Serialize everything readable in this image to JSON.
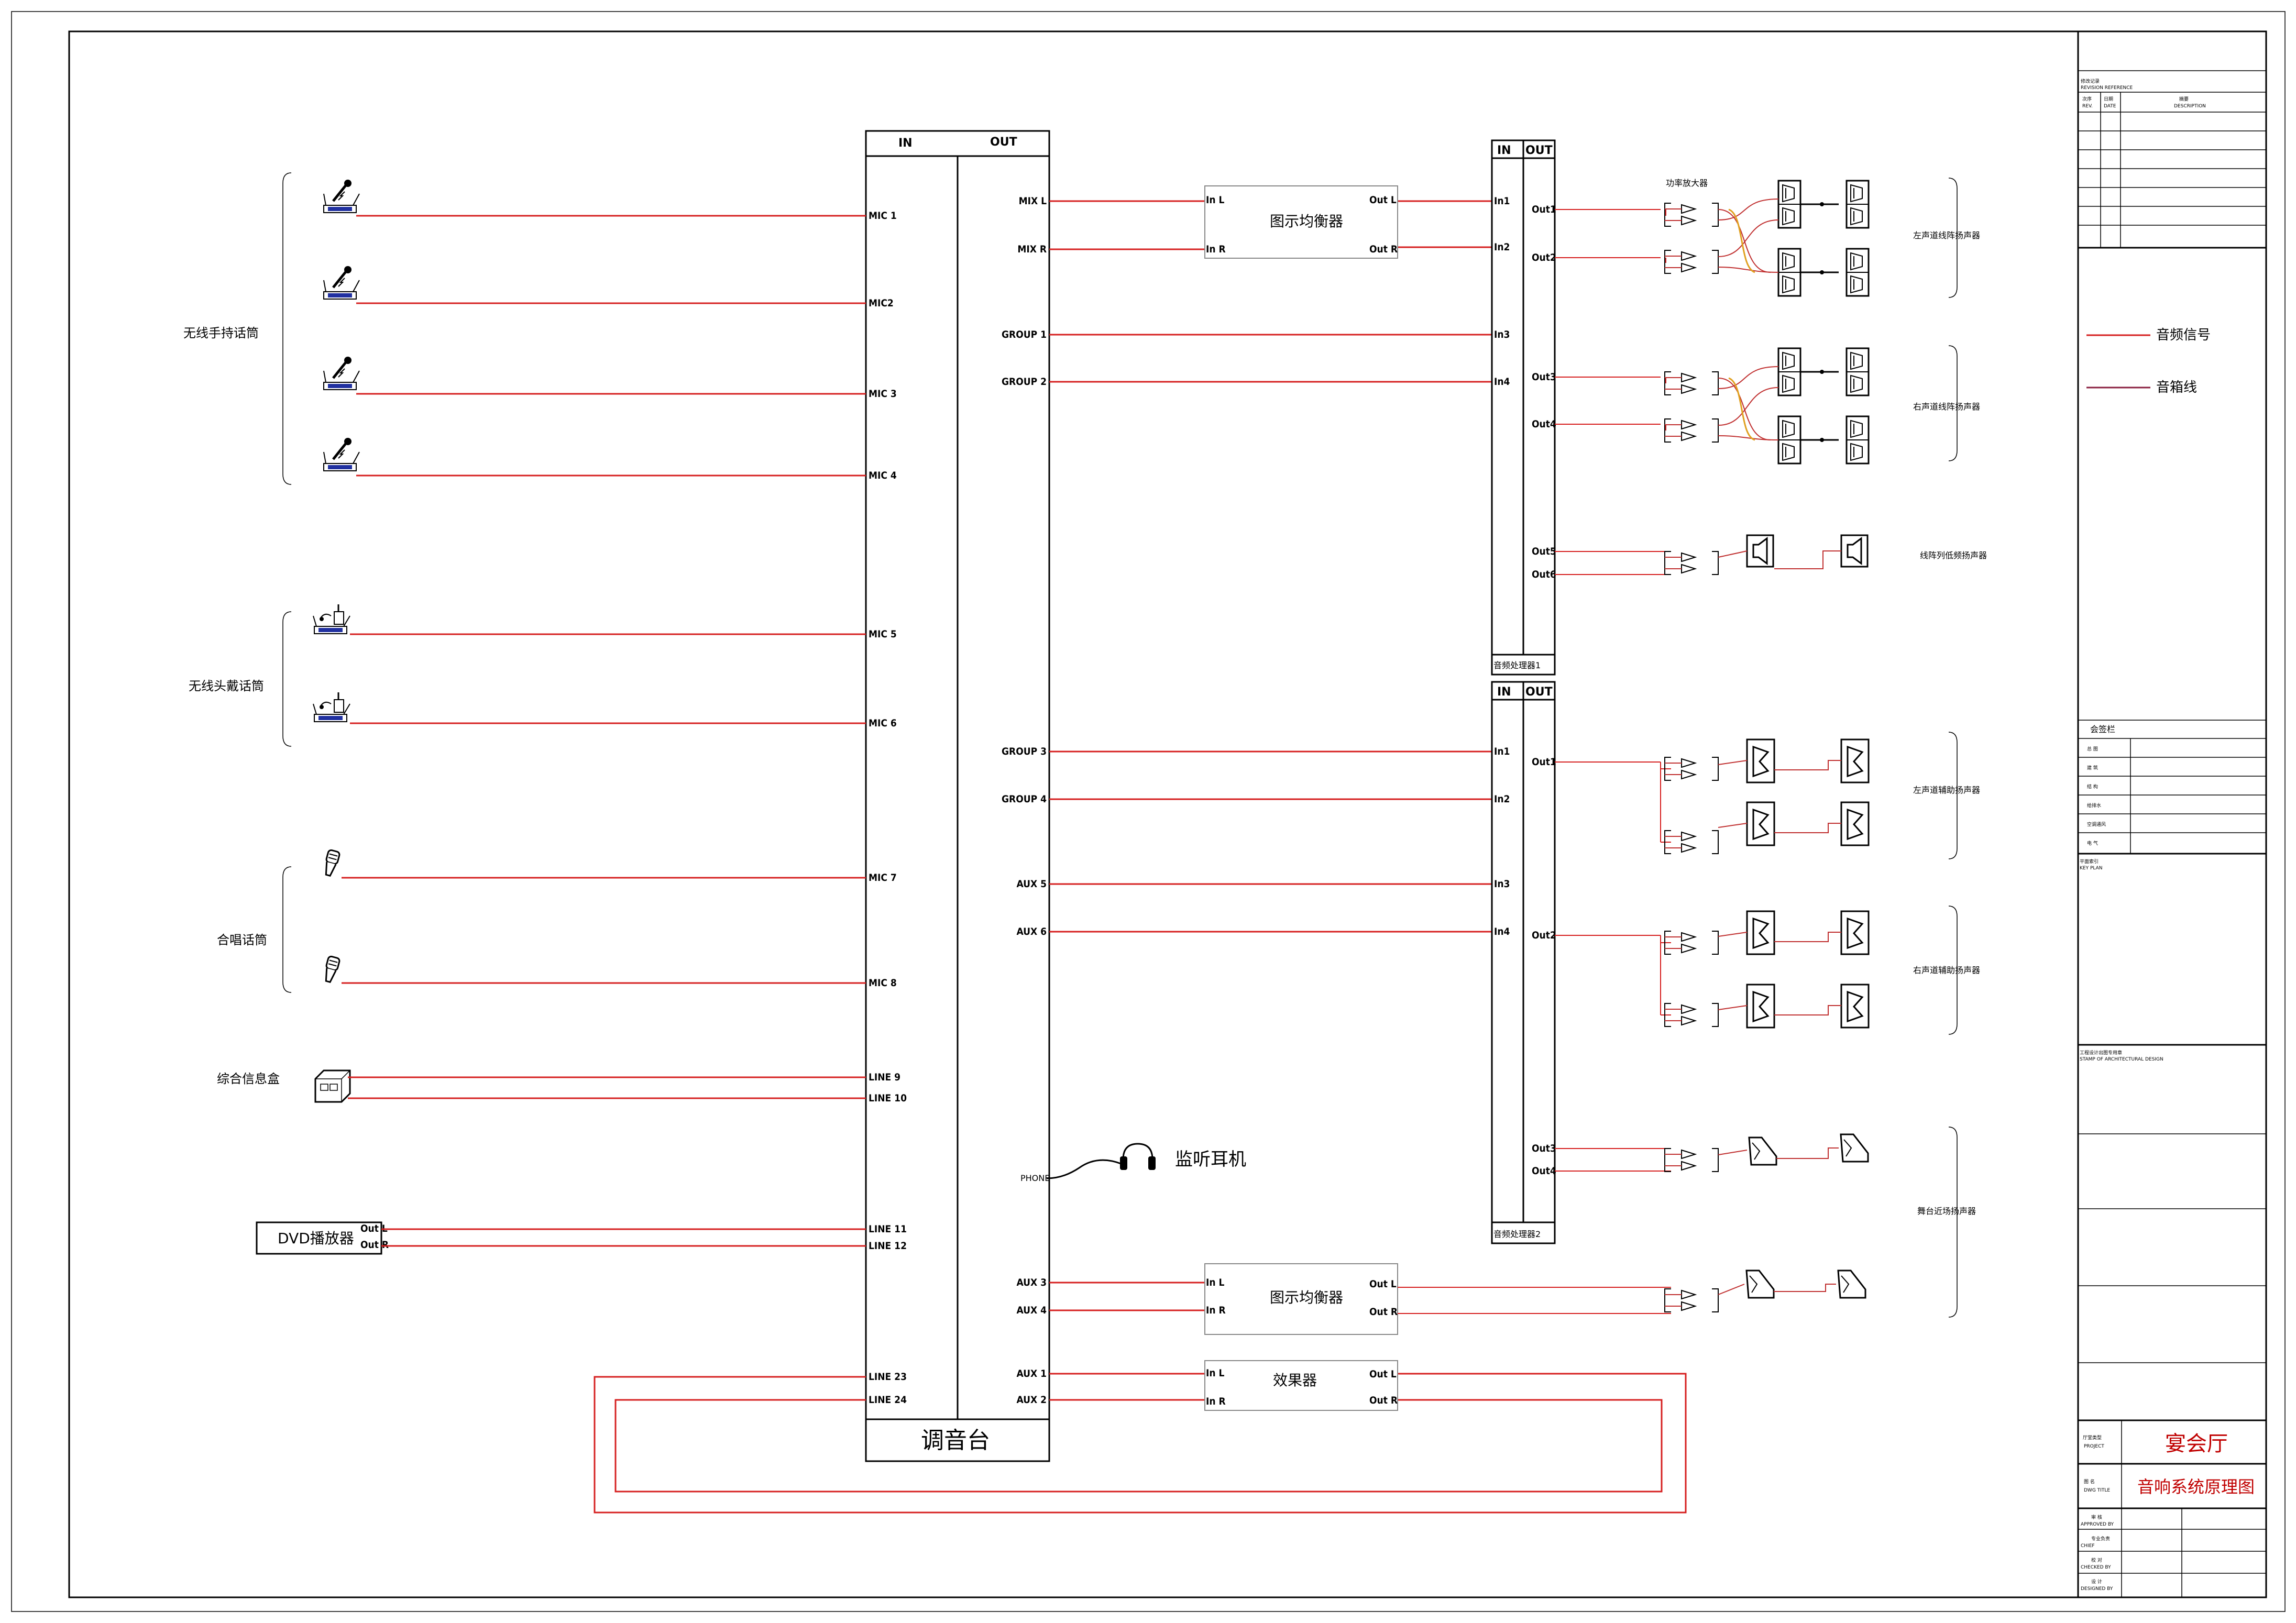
{
  "legend": {
    "audio_signal": "音频信号",
    "speaker_cable": "音箱线",
    "audio_color": "#d62020",
    "speaker_color": "#8a2040"
  },
  "groups": {
    "wireless_handheld": "无线手持话筒",
    "wireless_headset": "无线头戴话筒",
    "choir": "合唱话筒",
    "info_box": "综合信息盒"
  },
  "dvd": {
    "label": "DVD播放器",
    "out_l": "Out L",
    "out_r": "Out R"
  },
  "mixer": {
    "name": "调音台",
    "in_header": "IN",
    "out_header": "OUT",
    "inputs": [
      "MIC 1",
      "MIC2",
      "MIC 3",
      "MIC 4",
      "MIC 5",
      "MIC 6",
      "MIC 7",
      "MIC 8",
      "LINE 9",
      "LINE 10",
      "LINE 11",
      "LINE 12",
      "LINE 23",
      "LINE 24"
    ],
    "outputs": [
      "MIX L",
      "MIX R",
      "GROUP 1",
      "GROUP 2",
      "GROUP 3",
      "GROUP 4",
      "AUX 5",
      "AUX 6",
      "AUX 3",
      "AUX 4",
      "AUX 1",
      "AUX 2"
    ],
    "phone": "PHONE"
  },
  "monitor": {
    "label": "监听耳机"
  },
  "eq1": {
    "label": "图示均衡器",
    "in_l": "In L",
    "in_r": "In R",
    "out_l": "Out L",
    "out_r": "Out R"
  },
  "eq2": {
    "label": "图示均衡器",
    "in_l": "In L",
    "in_r": "In R",
    "out_l": "Out L",
    "out_r": "Out R"
  },
  "fx": {
    "label": "效果器",
    "in_l": "In L",
    "in_r": "In R",
    "out_l": "Out L",
    "out_r": "Out R"
  },
  "proc1": {
    "name": "音频处理器1",
    "in_header": "IN",
    "out_header": "OUT",
    "inputs": [
      "In1",
      "In2",
      "In3",
      "In4"
    ],
    "outputs": [
      "Out1",
      "Out2",
      "Out3",
      "Out4",
      "Out5",
      "Out6"
    ]
  },
  "proc2": {
    "name": "音频处理器2",
    "in_header": "IN",
    "out_header": "OUT",
    "inputs": [
      "In1",
      "In2",
      "In3",
      "In4"
    ],
    "outputs": [
      "Out1",
      "Out2",
      "Out3",
      "Out4"
    ]
  },
  "amp_label": "功率放大器",
  "speaker_labels": {
    "left_line_array": "左声道线阵扬声器",
    "right_line_array": "右声道线阵扬声器",
    "line_array_sub": "线阵列低频扬声器",
    "left_aux": "左声道辅助扬声器",
    "right_aux": "右声道辅助扬声器",
    "stage_near": "舞台近场扬声器"
  },
  "title_block": {
    "revision_title": "修改记录",
    "revision_sub": "REVISION REFERENCE",
    "rev_cols": [
      "次序",
      "日期",
      "摘要"
    ],
    "rev_cols_en": [
      "REV.",
      "DATE",
      "DESCRIPTION"
    ],
    "signature_title": "会签栏",
    "signature_rows": [
      "总 图",
      "建 筑",
      "结 构",
      "给排水",
      "空调通风",
      "电 气"
    ],
    "key_plan": "平面索引",
    "key_plan_en": "KEY PLAN",
    "stamp": "工程设计出图专用章",
    "stamp_en": "STAMP OF ARCHITECTURAL DESIGN",
    "project_label": "厅堂类型",
    "project_label_en": "PROJECT",
    "project_value": "宴会厅",
    "title_label": "图 名",
    "title_label_en": "DWG TITLE",
    "title_value": "音响系统原理图",
    "roles": [
      "审 核",
      "专业负责",
      "校 对",
      "设 计"
    ],
    "roles_en": [
      "APPROVED BY",
      "CHIEF",
      "CHECKED BY",
      "DESIGNED BY"
    ]
  }
}
